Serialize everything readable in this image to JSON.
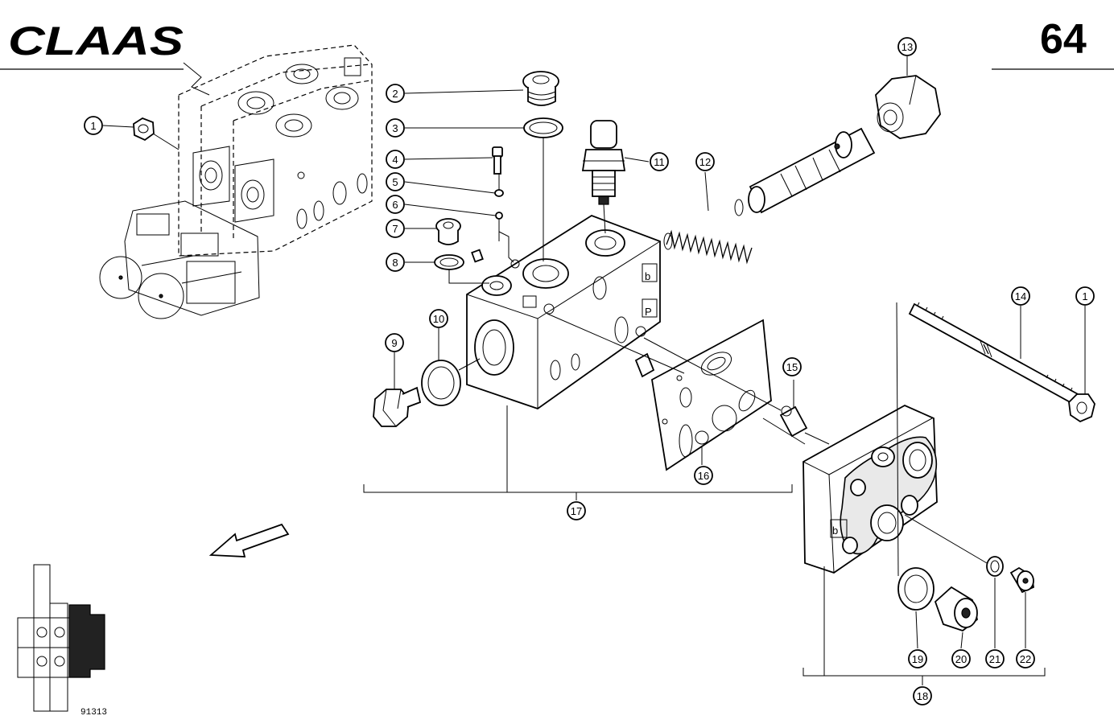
{
  "header": {
    "brand": "CLAAS",
    "page_number": "64"
  },
  "figure_number": "91313",
  "callouts": [
    {
      "id": "c1a",
      "label": "1"
    },
    {
      "id": "c2",
      "label": "2"
    },
    {
      "id": "c3",
      "label": "3"
    },
    {
      "id": "c4",
      "label": "4"
    },
    {
      "id": "c5",
      "label": "5"
    },
    {
      "id": "c6",
      "label": "6"
    },
    {
      "id": "c7",
      "label": "7"
    },
    {
      "id": "c8",
      "label": "8"
    },
    {
      "id": "c9",
      "label": "9"
    },
    {
      "id": "c10",
      "label": "10"
    },
    {
      "id": "c11",
      "label": "11"
    },
    {
      "id": "c12",
      "label": "12"
    },
    {
      "id": "c13",
      "label": "13"
    },
    {
      "id": "c14",
      "label": "14"
    },
    {
      "id": "c1b",
      "label": "1"
    },
    {
      "id": "c15",
      "label": "15"
    },
    {
      "id": "c16",
      "label": "16"
    },
    {
      "id": "c17",
      "label": "17"
    },
    {
      "id": "c18",
      "label": "18"
    },
    {
      "id": "c19",
      "label": "19"
    },
    {
      "id": "c20",
      "label": "20"
    },
    {
      "id": "c21",
      "label": "21"
    },
    {
      "id": "c22",
      "label": "22"
    }
  ],
  "port_markings": [
    "b",
    "P",
    "b"
  ]
}
